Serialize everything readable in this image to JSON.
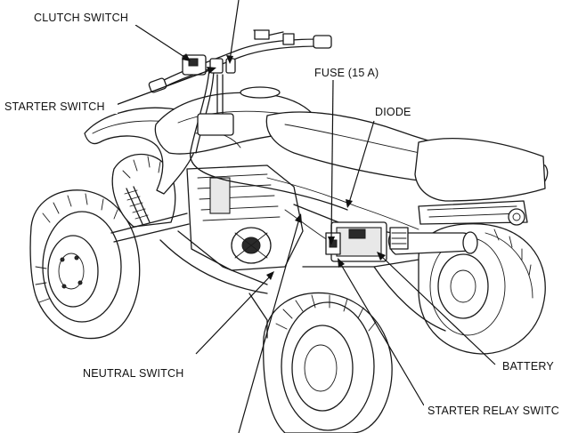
{
  "labels": {
    "clutch_switch": "CLUTCH SWITCH",
    "starter_switch": "STARTER SWITCH",
    "fuse": "FUSE (15 A)",
    "diode": "DIODE",
    "neutral_switch": "NEUTRAL SWITCH",
    "battery": "BATTERY",
    "starter_relay_switch": "STARTER RELAY SWITC"
  }
}
